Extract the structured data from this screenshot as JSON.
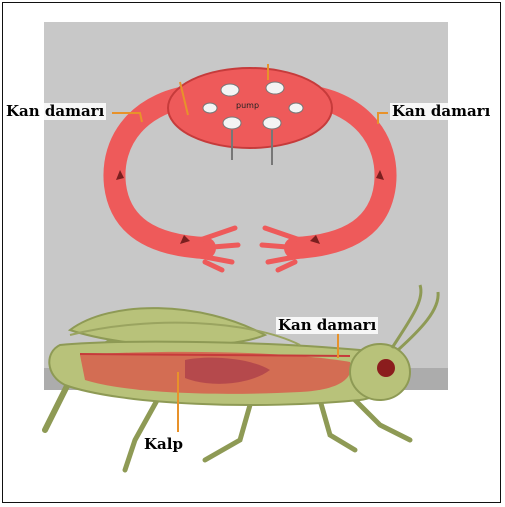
{
  "labels": {
    "vessel_left": "Kan damarı",
    "vessel_right": "Kan damarı",
    "vessel_insect": "Kan damarı",
    "heart": "Kalp",
    "pump": "pump"
  },
  "colors": {
    "vessel": "#ee5a5a",
    "vessel_dark": "#c63b3b",
    "panel": "#c9c9c9",
    "leader": "#e8922a",
    "insect_body": "#b8c27a",
    "insect_dark": "#8e9a55"
  }
}
